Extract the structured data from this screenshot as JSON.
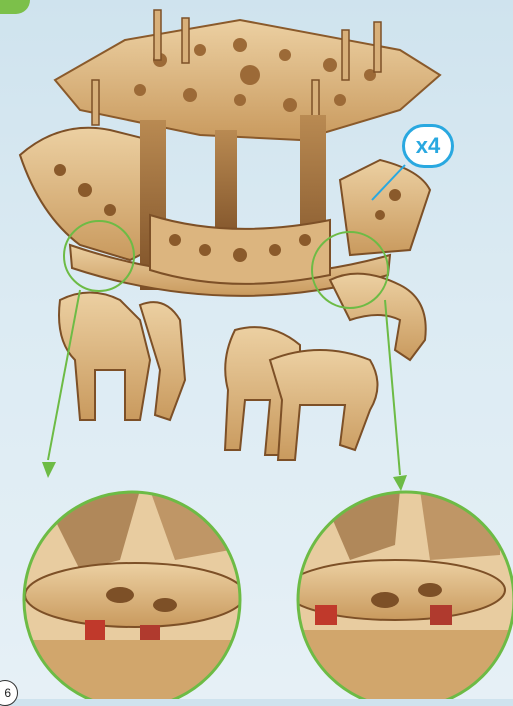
{
  "page": {
    "quantity_label": "x4",
    "step_number": "6"
  },
  "colors": {
    "accent_green": "#7cc04a",
    "badge_blue": "#29a8e0",
    "wood_light": "#e7c594",
    "wood_mid": "#c99a5e",
    "wood_dark": "#8a5a2b",
    "callout_line": "#6dbb45"
  },
  "icons": {
    "step_marker": "step-number-circle",
    "quantity": "quantity-badge"
  }
}
